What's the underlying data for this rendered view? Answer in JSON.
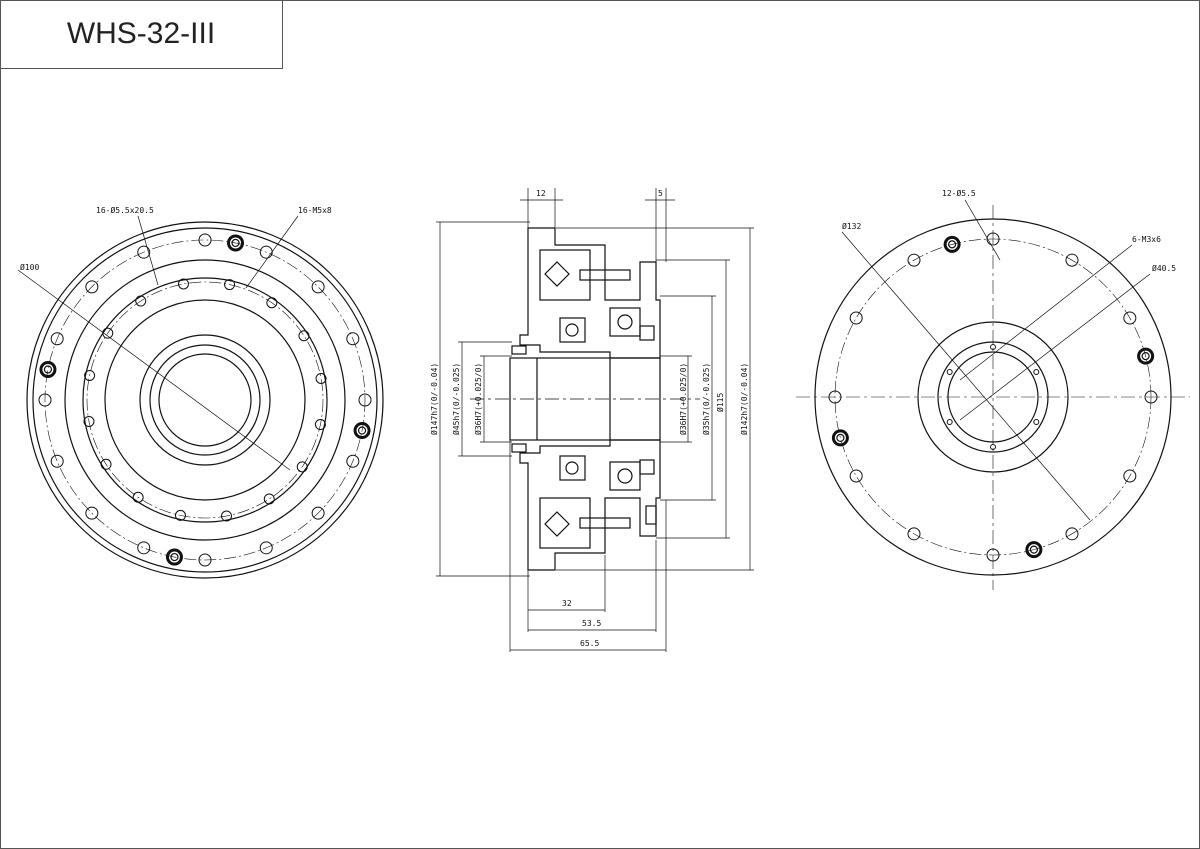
{
  "title": "WHS-32-III",
  "front_view": {
    "labels": [
      "16-Ø5.5x20.5",
      "16-M5x8",
      "Ø100"
    ]
  },
  "section_view": {
    "top_dims": [
      "12",
      "5"
    ],
    "left_dims": [
      "Ø147h7(0/-0.04)",
      "Ø45h7(0/-0.025)",
      "Ø36H7(+0.025/0)"
    ],
    "right_dims": [
      "Ø36H7(+0.025/0)",
      "Ø35h7(0/-0.025)",
      "Ø115",
      "Ø142h7(0/-0.04)"
    ],
    "bottom_dims": [
      "32",
      "53.5",
      "65.5"
    ]
  },
  "rear_view": {
    "labels": [
      "12-Ø5.5",
      "6-M3x6",
      "Ø132",
      "Ø40.5"
    ]
  },
  "colors": {
    "line": "#111111",
    "border": "#555555"
  }
}
